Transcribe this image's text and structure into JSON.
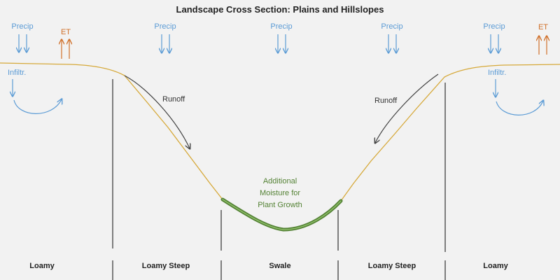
{
  "title": "Landscape Cross Section: Plains and Hillslopes",
  "labels": {
    "precip": "Precip",
    "et": "ET",
    "infiltration": "Infiltr.",
    "runoff": "Runoff",
    "moisture_line1": "Additional",
    "moisture_line2": "Moisture for",
    "moisture_line3": "Plant Growth"
  },
  "zones": [
    "Loamy",
    "Loamy Steep",
    "Swale",
    "Loamy Steep",
    "Loamy"
  ],
  "colors": {
    "background": "#f2f2f2",
    "ground_line": "#d6a93a",
    "precip_arrow": "#5b9bd5",
    "et_arrow": "#d0702a",
    "runoff_arrow": "#595959",
    "moisture": "#548235",
    "moisture_fill": "#8fbf6a",
    "divider": "#404040",
    "title_text": "#222222"
  },
  "icons": {
    "precip": "down-arrows-icon",
    "et": "up-arrows-icon",
    "infiltration": "curved-arrow-icon",
    "runoff": "curved-arrow-icon"
  }
}
